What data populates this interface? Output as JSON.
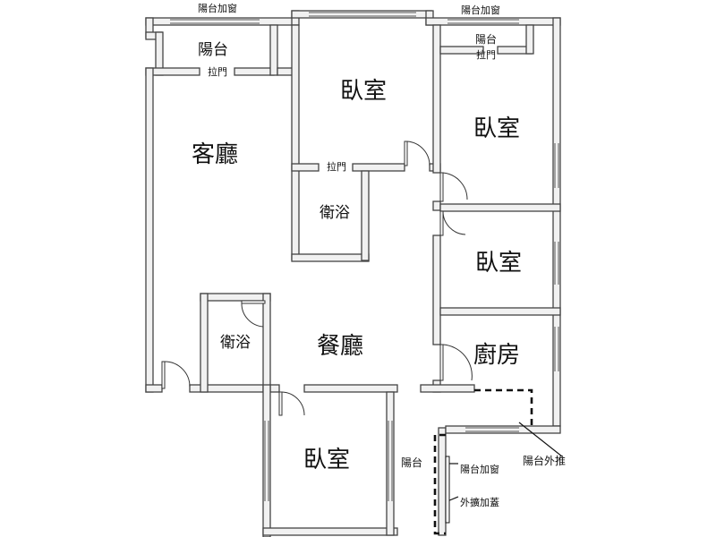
{
  "rooms": {
    "bedroom_top": "臥室",
    "bedroom_right_top": "臥室",
    "bedroom_right_mid": "臥室",
    "bedroom_bottom": "臥室",
    "living_room": "客廳",
    "dining_room": "餐廳",
    "kitchen": "廚房",
    "bath_center": "衛浴",
    "bath_left": "衛浴",
    "balcony_top_left": "陽台",
    "balcony_top_right": "陽台",
    "balcony_bottom": "陽台"
  },
  "labels": {
    "sliding_door_1": "拉門",
    "sliding_door_2": "拉門",
    "sliding_door_3": "拉門",
    "balcony_window_top_left": "陽台加窗",
    "balcony_window_top_right": "陽台加窗",
    "balcony_window_bottom": "陽台加窗",
    "balcony_extension": "陽台外推",
    "extension_cover": "外擴加蓋"
  }
}
